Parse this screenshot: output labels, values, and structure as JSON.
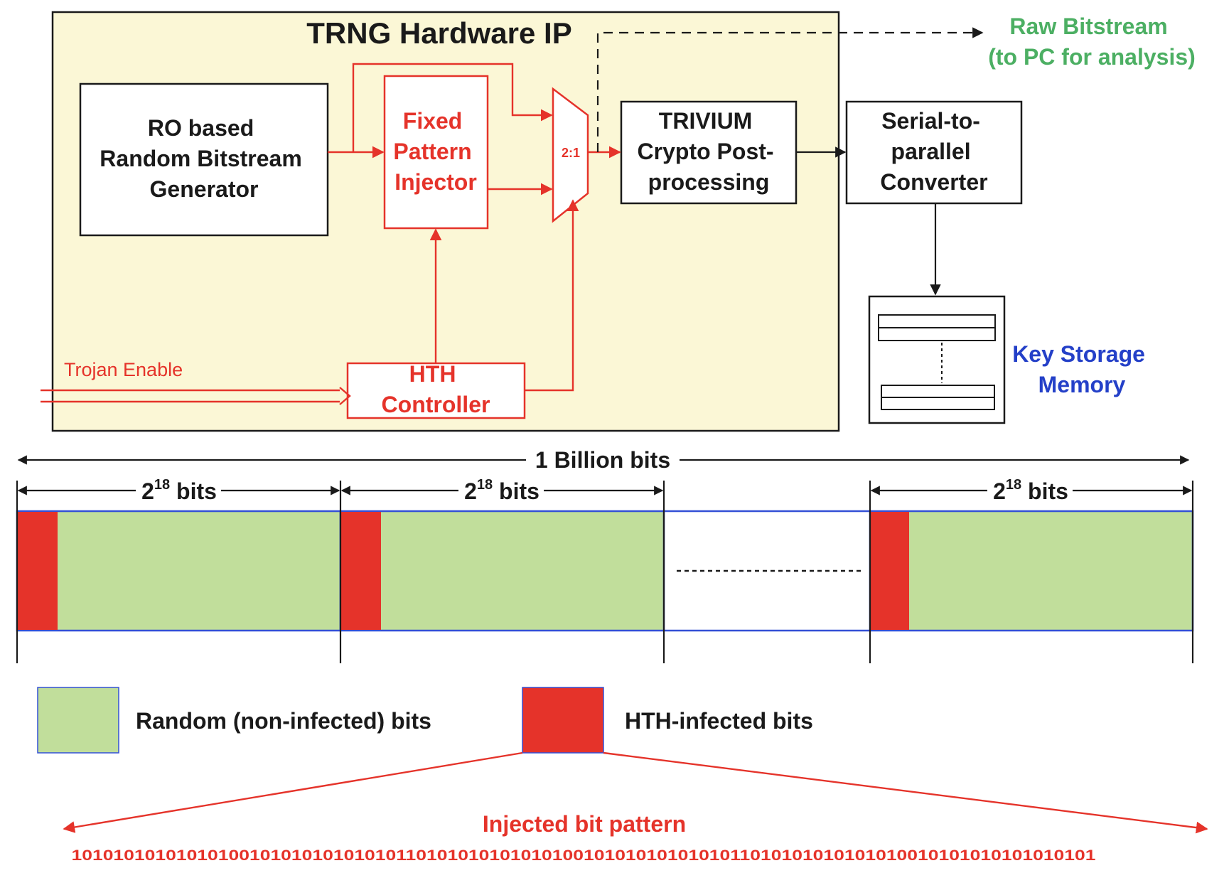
{
  "hardware_ip": {
    "title": "TRNG Hardware IP",
    "ro_generator": {
      "lines": [
        "RO based",
        "Random Bitstream",
        "Generator"
      ]
    },
    "pattern_injector": {
      "lines": [
        "Fixed",
        "Pattern",
        "Injector"
      ]
    },
    "mux_label": "2:1",
    "trivium": {
      "lines": [
        "TRIVIUM",
        "Crypto Post-",
        "processing"
      ]
    },
    "hth_controller": {
      "lines": [
        "HTH",
        "Controller"
      ]
    },
    "trojan_enable": "Trojan Enable"
  },
  "external": {
    "raw_bitstream": {
      "lines": [
        "Raw Bitstream",
        "(to PC for analysis)"
      ]
    },
    "s2p_converter": {
      "lines": [
        "Serial-to-",
        "parallel",
        "Converter"
      ]
    },
    "key_storage": {
      "lines": [
        "Key Storage",
        "Memory"
      ]
    }
  },
  "bitstream": {
    "total_label": "1 Billion bits",
    "segments": [
      {
        "base": "2",
        "exponent": "18",
        "unit": "bits"
      },
      {
        "base": "2",
        "exponent": "18",
        "unit": "bits"
      },
      {
        "base": "2",
        "exponent": "18",
        "unit": "bits"
      }
    ]
  },
  "legend": {
    "random_label": "Random (non-infected) bits",
    "infected_label": "HTH-infected bits"
  },
  "pattern": {
    "title": "Injected bit pattern",
    "bits": "10101010101010100101010101010101101010101010101001010101010101011010101010101010010101010101010101"
  },
  "colors": {
    "infected": "#e5332a",
    "random": "#c1de9b",
    "segment_border": "#3350d6",
    "external_green": "#4caf63",
    "memory_blue": "#2440c8",
    "ip_fill": "#fbf7d6"
  }
}
